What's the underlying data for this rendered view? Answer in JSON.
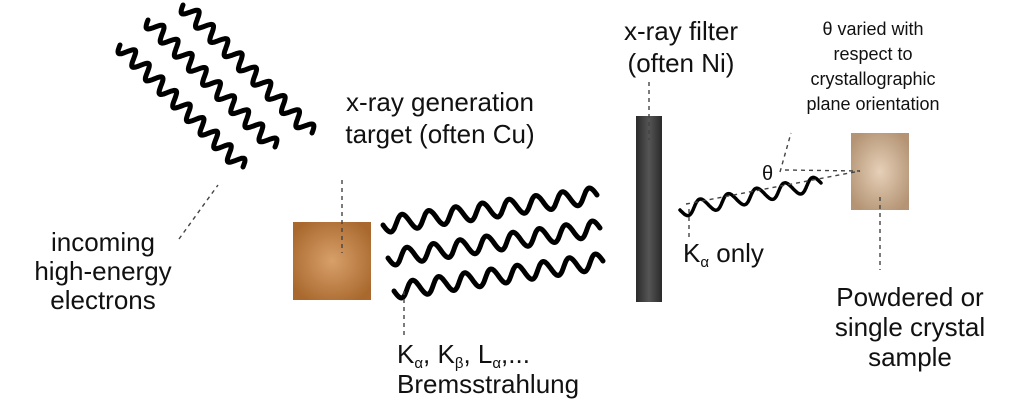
{
  "labels": {
    "incoming": [
      "incoming",
      "high-energy",
      "electrons"
    ],
    "target": [
      "x-ray generation",
      "target (often Cu)"
    ],
    "emission": {
      "K": "K",
      "alpha_sub": "α",
      "beta_sub": "β",
      "L": "L",
      "ellipsis": ",...",
      "line2": "Bremsstrahlung"
    },
    "filter": [
      "x-ray filter",
      "(often Ni)"
    ],
    "filtered": {
      "K": "K",
      "alpha_sub": "α",
      "rest": " only"
    },
    "theta_symbol": "θ",
    "theta_note": [
      "θ varied with",
      "respect to",
      "crystallographic",
      "plane orientation"
    ],
    "sample": [
      "Powdered or",
      "single crystal",
      "sample"
    ]
  },
  "colors": {
    "target_fill": "#b8783a",
    "target_glow": "#d59a5a",
    "filter_fill": "#3a3a3a",
    "filter_glow": "#5a5a5a",
    "sample_fill": "#c7a98a",
    "sample_glow": "#e2cbb2"
  }
}
